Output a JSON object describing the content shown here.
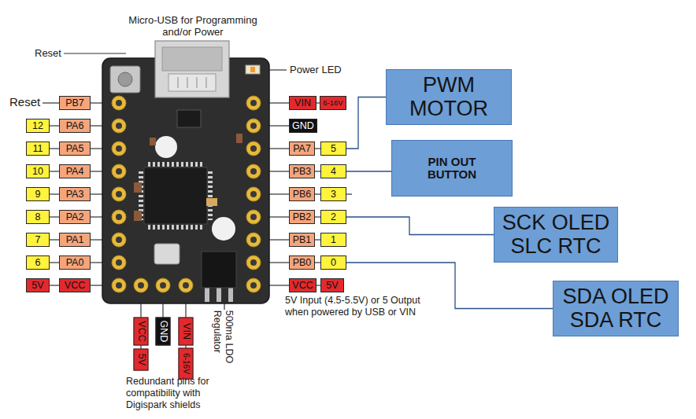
{
  "diagram": {
    "nodes": [
      {
        "text": [
          "PB7"
        ]
      },
      {
        "text": [
          "12"
        ]
      },
      {
        "text": [
          "PA6"
        ]
      },
      {
        "text": [
          "11"
        ]
      },
      {
        "text": [
          "PA5"
        ]
      },
      {
        "text": [
          "10"
        ]
      },
      {
        "text": [
          "PA4"
        ]
      },
      {
        "text": [
          "9"
        ]
      },
      {
        "text": [
          "PA3"
        ]
      },
      {
        "text": [
          "8"
        ]
      },
      {
        "text": [
          "PA2"
        ]
      },
      {
        "text": [
          "7"
        ]
      },
      {
        "text": [
          "PA1"
        ]
      },
      {
        "text": [
          "6"
        ]
      },
      {
        "text": [
          "PA0"
        ]
      },
      {
        "text": [
          "5V"
        ]
      },
      {
        "text": [
          "VCC"
        ]
      },
      {
        "text": [
          "VIN"
        ]
      },
      {
        "text": [
          "6-16V"
        ]
      },
      {
        "text": [
          "GND"
        ]
      },
      {
        "text": [
          "PA7"
        ]
      },
      {
        "text": [
          "5"
        ]
      },
      {
        "text": [
          "PB3"
        ]
      },
      {
        "text": [
          "4"
        ]
      },
      {
        "text": [
          "PB6"
        ]
      },
      {
        "text": [
          "3"
        ]
      },
      {
        "text": [
          "PB2"
        ]
      },
      {
        "text": [
          "2"
        ]
      },
      {
        "text": [
          "PB1"
        ]
      },
      {
        "text": [
          "1"
        ]
      },
      {
        "text": [
          "PB0"
        ]
      },
      {
        "text": [
          "0"
        ]
      },
      {
        "text": [
          "VCC"
        ]
      },
      {
        "text": [
          "5V"
        ]
      },
      {
        "text": [
          "VCC"
        ]
      },
      {
        "text": [
          "5V"
        ]
      },
      {
        "text": [
          "GND"
        ]
      },
      {
        "text": [
          "VIN"
        ]
      },
      {
        "text": [
          "6-16V"
        ]
      },
      {
        "text": [
          "PWM MOTOR"
        ]
      },
      {
        "text": [
          "PIN OUT BUTTON"
        ]
      },
      {
        "text": [
          "SCK OLED SLC RTC"
        ]
      },
      {
        "text": [
          "SDA OLED SDA RTC"
        ]
      }
    ],
    "edges": [
      {
        "from": 21,
        "to": 39,
        "arrow": "none"
      },
      {
        "from": 23,
        "to": 40,
        "arrow": "none"
      },
      {
        "from": 27,
        "to": 41,
        "arrow": "none"
      },
      {
        "from": 31,
        "to": 42,
        "arrow": "none"
      }
    ],
    "labels": [
      "Micro-USB for Programming and/or Power",
      "Reset",
      "Power LED",
      "Reset",
      "5V Input (4.5-5.5V) or 5 Output when powered by USB or VIN",
      "500ma LDO Regulator",
      "Redundant pins for compatibility with Digispark shields"
    ]
  }
}
